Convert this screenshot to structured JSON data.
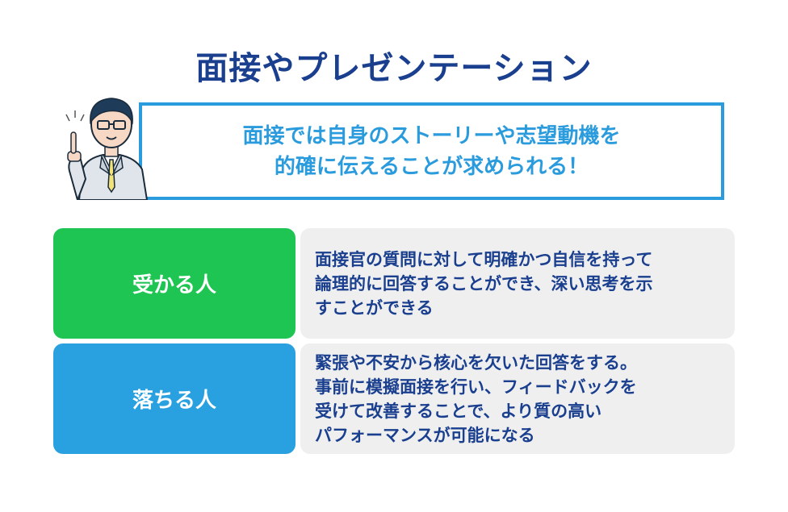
{
  "title": "面接やプレゼンテーション",
  "callout": {
    "lines": [
      "面接では自身のストーリーや志望動機を",
      "的確に伝えることが求められる！"
    ]
  },
  "rows": [
    {
      "label": "受かる人",
      "lines": [
        "面接官の質問に対して明確かつ自信を持って",
        "論理的に回答することができ、深い思考を示",
        "すことができる"
      ]
    },
    {
      "label": "落ちる人",
      "lines": [
        "緊張や不安から核心を欠いた回答をする。",
        "事前に模擬面接を行い、フィードバックを",
        "受けて改善することで、より質の高い",
        "パフォーマンスが可能になる"
      ]
    }
  ],
  "colors": {
    "title": "#1a3f8f",
    "callout_accent": "#2a9bdc",
    "pass": "#1fc553",
    "fail": "#29a0e0",
    "desc_bg": "#efefef"
  },
  "icons": {
    "person": "businessman-pointing-icon"
  }
}
